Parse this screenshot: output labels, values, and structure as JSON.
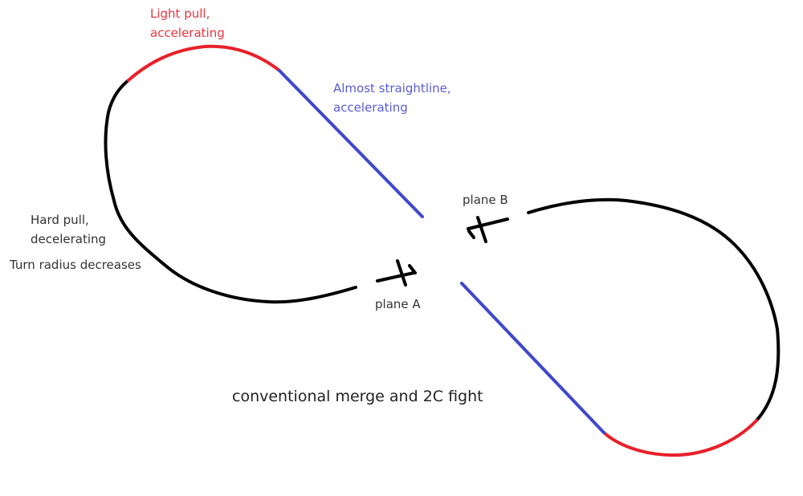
{
  "labels": {
    "light_pull_1": "Light pull,",
    "light_pull_2": "accelerating",
    "straight_1": "Almost straightline,",
    "straight_2": "accelerating",
    "hard_pull_1": "Hard pull,",
    "hard_pull_2": "decelerating",
    "turn_radius": "Turn radius decreases",
    "plane_b": "plane B",
    "plane_a": "plane A",
    "title": "conventional merge and 2C fight"
  },
  "colors": {
    "hard_pull": "#000000",
    "light_pull": "#e8202a",
    "straight": "#3f48cc",
    "red_text": "#e8343f",
    "blue_text": "#5a5bd6"
  }
}
